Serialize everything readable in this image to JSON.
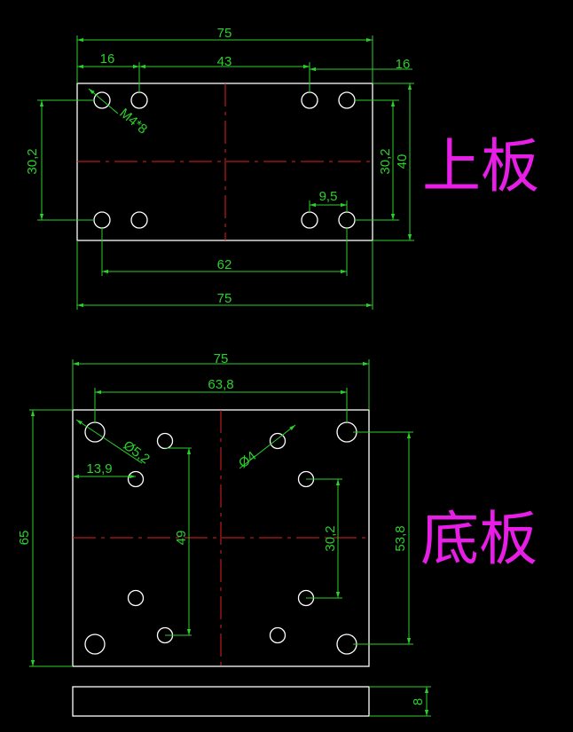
{
  "top_plate": {
    "title": "上板",
    "dims": {
      "overall_width_top": "75",
      "left_offset": "16",
      "hole_spacing": "43",
      "right_offset": "16",
      "left_height": "30,2",
      "thread_note": "M4*8",
      "inner_height": "30,2",
      "overall_height": "40",
      "pair_spacing": "9,5",
      "bottom_spacing": "62",
      "overall_width_bottom": "75"
    }
  },
  "bottom_plate": {
    "title": "底板",
    "dims": {
      "overall_width": "75",
      "hole_spacing": "63,8",
      "overall_height": "65",
      "big_hole_dia": "Ø5,2",
      "small_hole_dia": "Ø4",
      "hole_offset": "13,9",
      "inner_vertical": "49",
      "inner_right": "30,2",
      "outer_vertical": "53,8"
    }
  },
  "side_view": {
    "thickness": "8"
  }
}
